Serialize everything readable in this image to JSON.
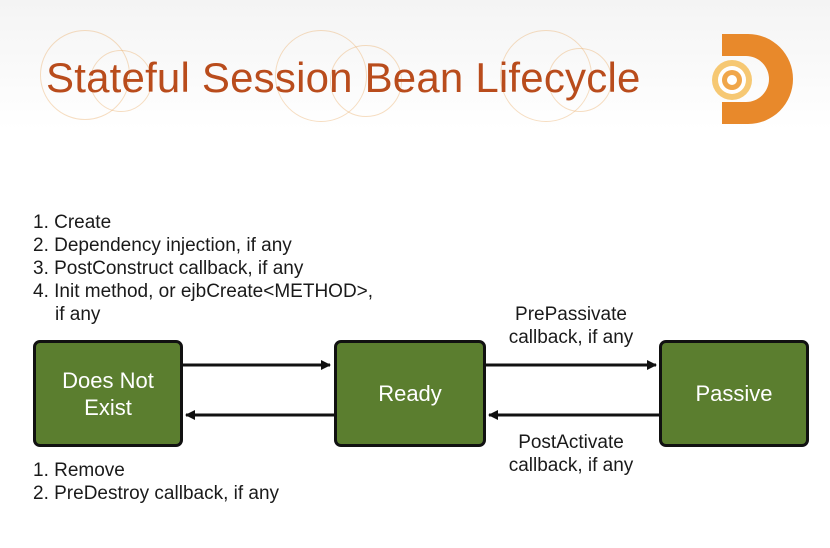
{
  "slide": {
    "title": "Stateful Session Bean Lifecycle"
  },
  "logo": {
    "icon": "logo-d-icon",
    "colors": {
      "primary": "#e8892b",
      "light": "#f6c873"
    }
  },
  "states": {
    "does_not_exist": {
      "line1": "Does Not",
      "line2": "Exist"
    },
    "ready": {
      "label": "Ready"
    },
    "passive": {
      "label": "Passive"
    }
  },
  "transitions": {
    "create_steps": [
      "1. Create",
      "2. Dependency injection, if any",
      "3. PostConstruct callback, if any",
      "4. Init method, or ejbCreate<METHOD>,",
      "if any"
    ],
    "remove_steps": [
      "1. Remove",
      "2. PreDestroy callback, if any"
    ],
    "passivate": {
      "line1": "PrePassivate",
      "line2": "callback, if any"
    },
    "activate": {
      "line1": "PostActivate",
      "line2": "callback, if any"
    }
  },
  "colors": {
    "title": "#b94c1c",
    "state_fill": "#5b7e2f",
    "state_border": "#111111",
    "arrow": "#111111"
  }
}
